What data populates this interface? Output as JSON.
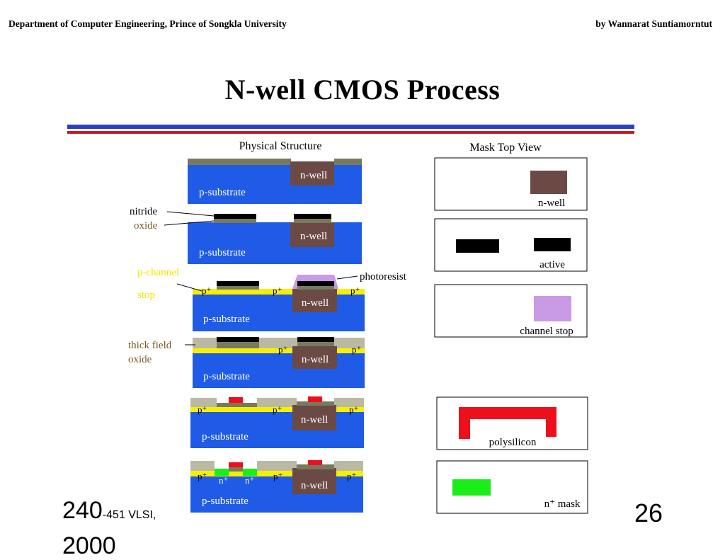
{
  "header": {
    "left": "Department of Computer Engineering, Prince of Songkla University",
    "right": "by Wannarat Suntiamorntut"
  },
  "title": "N-well  CMOS   Process",
  "diagram": {
    "physical_heading": "Physical Structure",
    "mask_heading": "Mask Top View",
    "labels": {
      "n_well": "n-well",
      "p_substrate": "p-substrate",
      "nitride": "nitride",
      "oxide": "oxide",
      "p_channel": "p-channel",
      "stop": "stop",
      "photoresist": "photoresist",
      "thick_field": "thick field",
      "p_plus": "p⁺",
      "n_plus": "n⁺"
    },
    "masks": [
      "n-well",
      "active",
      "channel stop",
      "polysilicon",
      "n⁺ mask"
    ],
    "colors": {
      "substrate": "#1f5be6",
      "nwell": "#6b4a46",
      "nitride": "#000000",
      "oxide": "#777a5e",
      "field_oxide": "#bab9a3",
      "pplus": "#f6f000",
      "photoresist": "#c99ae6",
      "poly": "#ee0f1c",
      "nplus": "#19ee19"
    }
  },
  "footer": {
    "course_big": "240",
    "course_small": "-451 VLSI,",
    "year": "2000",
    "page": "26"
  }
}
